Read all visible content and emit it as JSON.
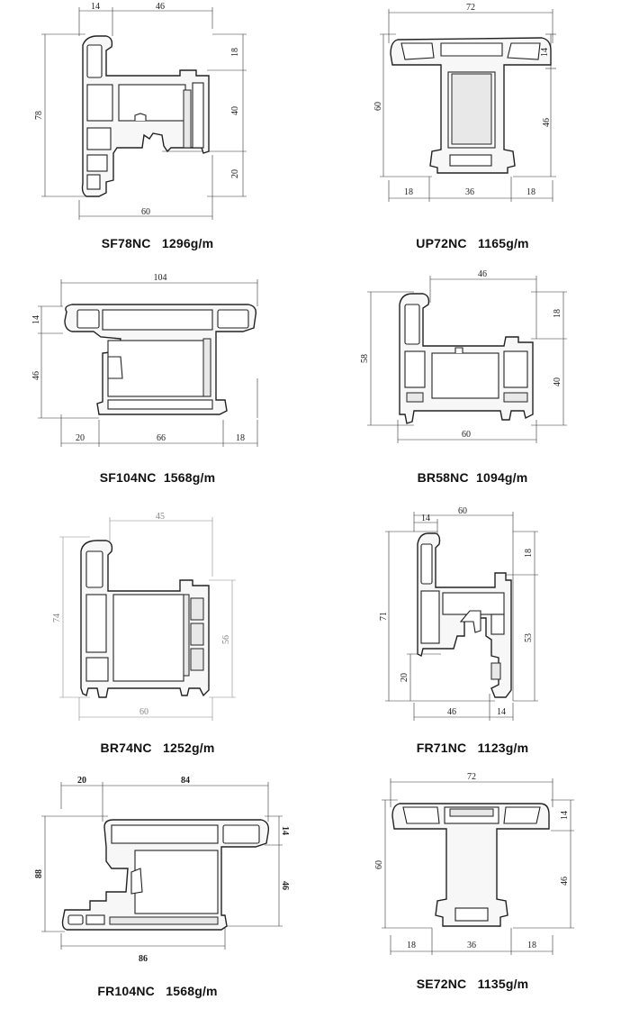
{
  "profiles": [
    {
      "model": "SF78NC",
      "weight": "1296g/m",
      "dims": [
        "14",
        "46",
        "18",
        "40",
        "20",
        "78",
        "60"
      ]
    },
    {
      "model": "UP72NC",
      "weight": "1165g/m",
      "dims": [
        "72",
        "14",
        "60",
        "46",
        "18",
        "36",
        "18"
      ]
    },
    {
      "model": "SF104NC",
      "weight": "1568g/m",
      "dims": [
        "104",
        "14",
        "46",
        "20",
        "66",
        "18"
      ]
    },
    {
      "model": "BR58NC",
      "weight": "1094g/m",
      "dims": [
        "46",
        "18",
        "58",
        "40",
        "60"
      ]
    },
    {
      "model": "BR74NC",
      "weight": "1252g/m",
      "dims": [
        "45",
        "74",
        "56",
        "60"
      ]
    },
    {
      "model": "FR71NC",
      "weight": "1123g/m",
      "dims": [
        "60",
        "14",
        "18",
        "71",
        "53",
        "20",
        "46",
        "14"
      ]
    },
    {
      "model": "FR104NC",
      "weight": "1568g/m",
      "dims": [
        "20",
        "84",
        "14",
        "88",
        "46",
        "86"
      ]
    },
    {
      "model": "SE72NC",
      "weight": "1135g/m",
      "dims": [
        "72",
        "14",
        "60",
        "46",
        "18",
        "36",
        "18"
      ]
    }
  ]
}
